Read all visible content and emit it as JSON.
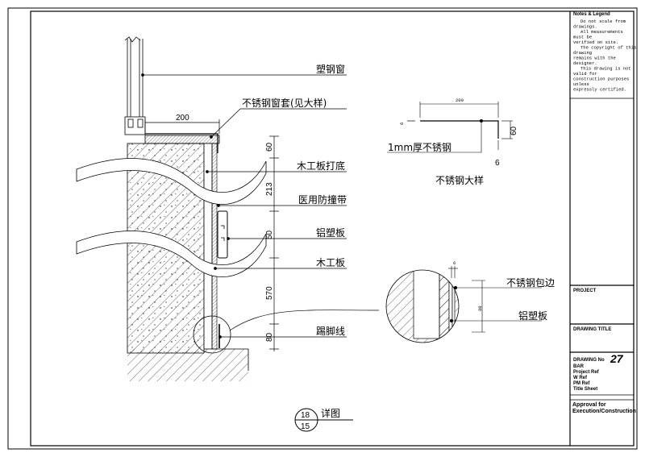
{
  "section": {
    "labels": {
      "window": "塑钢窗",
      "casing": "不锈钢窗套(见大样)",
      "base_board": "木工板打底",
      "bumper": "医用防撞带",
      "aluminum_panel": "铝塑板",
      "wood_board": "木工板",
      "skirting": "踢脚线"
    },
    "dimensions": {
      "sill_width": "200",
      "d1": "60",
      "d2": "213",
      "d3": "50",
      "d4": "570",
      "d5": "80"
    },
    "detail_ref": {
      "number": "18",
      "sheet": "15",
      "title": "详图"
    }
  },
  "steel_detail": {
    "title": "不锈钢大样",
    "material": "1mm厚不锈钢",
    "dims": {
      "width": "200",
      "left_return": "6",
      "height": "60",
      "thickness": "6"
    }
  },
  "callout": {
    "edge": "不锈钢包边",
    "panel": "铝塑板",
    "dims": {
      "thickness": "6",
      "height": "80"
    }
  },
  "title_block": {
    "notes_heading": "Notes & Legend",
    "notes_lines": [
      "Do not scale from",
      "drawings.",
      "All measurements",
      "must be",
      "verified on site.",
      "The copyright of this",
      "drawing",
      "remains with the",
      "designer.",
      "This drawing is not",
      "valid for",
      "construction purposes",
      "unless",
      "expressly certified."
    ],
    "project_label": "PROJECT",
    "drawing_title_label": "DRAWING TITLE",
    "drawing_no_label": "DRAWING No",
    "drawing_no": "27",
    "fields": [
      "BAR",
      "Project Ref",
      "W Ref",
      "PM Ref",
      "Title Sheet"
    ],
    "footer": "Approval for Execution/Construction"
  }
}
